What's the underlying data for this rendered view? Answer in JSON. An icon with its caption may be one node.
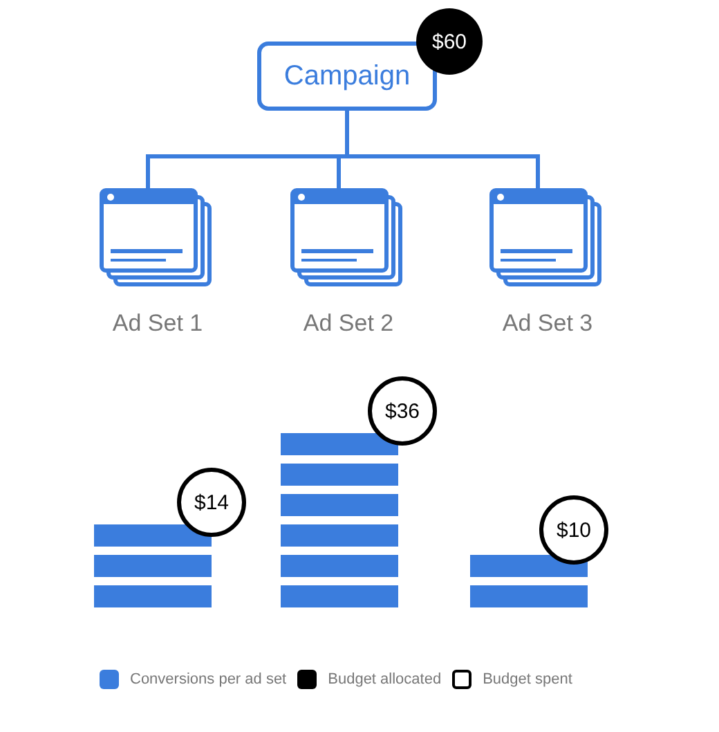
{
  "diagram": {
    "nodes": [
      {
        "text": [
          "Campaign"
        ]
      },
      {
        "text": [
          "$60"
        ]
      },
      {
        "text": [
          "Ad Set 1"
        ]
      },
      {
        "text": [
          "Ad Set 2"
        ]
      },
      {
        "text": [
          "Ad Set 3"
        ]
      },
      {
        "text": [
          "$36"
        ]
      },
      {
        "text": [
          "$14"
        ]
      },
      {
        "text": [
          "$10"
        ]
      }
    ],
    "edges": [
      {
        "from": 0,
        "to": 2,
        "arrow": "none"
      },
      {
        "from": 0,
        "to": 3,
        "arrow": "none"
      },
      {
        "from": 0,
        "to": 4,
        "arrow": "none"
      }
    ],
    "legend": [
      {
        "text": "Conversions per ad set",
        "color": "#3b7ddd"
      },
      {
        "text": "Budget allocated",
        "color": "#000000"
      },
      {
        "text": "Budget spent"
      }
    ]
  }
}
